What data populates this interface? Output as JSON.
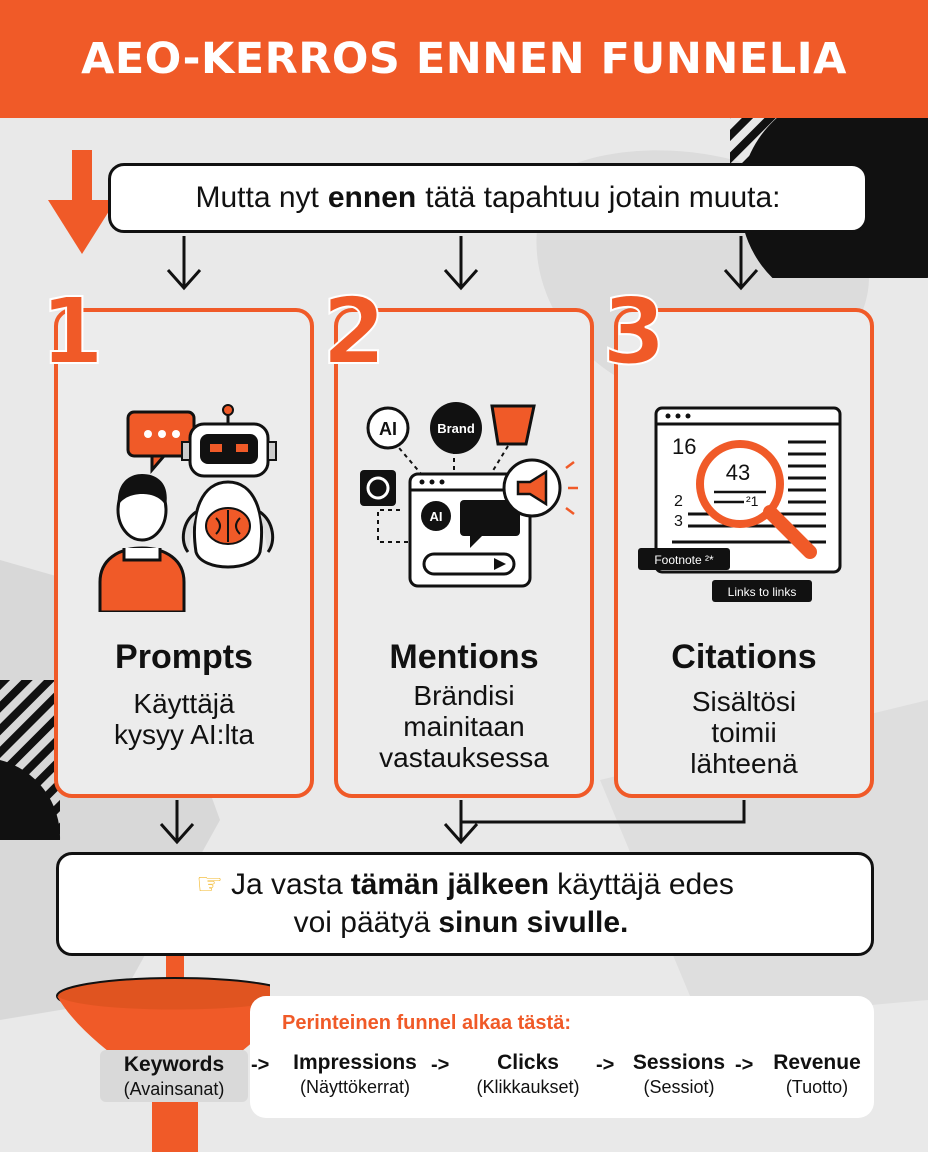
{
  "header": {
    "title": "AEO-KERROS ENNEN FUNNELIA"
  },
  "intro": {
    "pre": "Mutta nyt",
    "bold": "ennen",
    "post": "tätä tapahtuu jotain muuta:"
  },
  "cards": [
    {
      "number": "1",
      "title": "Prompts",
      "desc_lines": [
        "Käyttäjä",
        "kysyy AI:lta"
      ]
    },
    {
      "number": "2",
      "title": "Mentions",
      "desc_lines": [
        "Brändisi",
        "mainitaan",
        "vastauksessa"
      ],
      "art_labels": {
        "ai_badge": "AI",
        "brand_badge": "Brand",
        "ai_chip": "AI"
      }
    },
    {
      "number": "3",
      "title": "Citations",
      "desc_lines": [
        "Sisältösi",
        "toimii",
        "lähteenä"
      ],
      "art_labels": {
        "num_a": "16",
        "num_b": "43",
        "num_c": "2",
        "num_d": "3",
        "num_e": "²1",
        "footnote": "Footnote ²*",
        "links": "Links to links"
      }
    }
  ],
  "middle": {
    "line1_pre": "Ja vasta",
    "line1_bold": "tämän jälkeen",
    "line1_post": "käyttäjä edes",
    "line2_pre": "voi päätyä",
    "line2_bold": "sinun sivulle."
  },
  "funnel": {
    "heading": "Perinteinen funnel alkaa tästä:",
    "steps": [
      {
        "main": "Keywords",
        "sub": "(Avainsanat)"
      },
      {
        "main": "Impressions",
        "sub": "(Näyttökerrat)"
      },
      {
        "main": "Clicks",
        "sub": "(Klikkaukset)"
      },
      {
        "main": "Sessions",
        "sub": "(Sessiot)"
      },
      {
        "main": "Revenue",
        "sub": "(Tuotto)"
      }
    ],
    "arrows": [
      "->",
      "->",
      "->",
      "->"
    ]
  },
  "colors": {
    "accent": "#f05a28",
    "dark": "#111111",
    "background": "#e9e9e9"
  }
}
